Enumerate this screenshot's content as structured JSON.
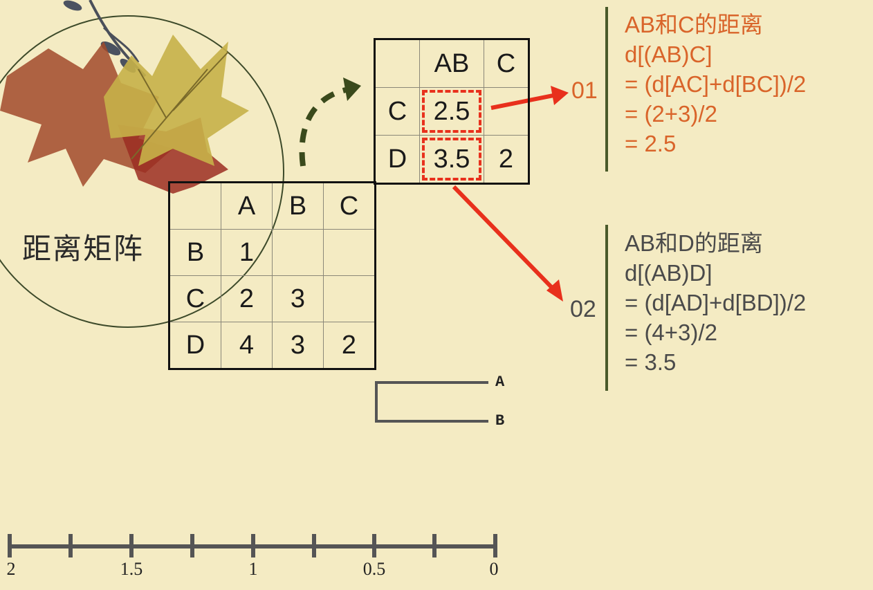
{
  "title": "距离矩阵",
  "matrix1": {
    "headers": [
      "",
      "A",
      "B",
      "C"
    ],
    "rows": [
      [
        "B",
        "1",
        "",
        ""
      ],
      [
        "C",
        "2",
        "3",
        ""
      ],
      [
        "D",
        "4",
        "3",
        "2"
      ]
    ]
  },
  "matrix2": {
    "headers": [
      "",
      "AB",
      "C"
    ],
    "rows": [
      [
        "C",
        "2.5",
        ""
      ],
      [
        "D",
        "3.5",
        "2"
      ]
    ]
  },
  "step1": {
    "number": "01",
    "lines": [
      "AB和C的距离",
      "d[(AB)C]",
      "= (d[AC]+d[BC])/2",
      "= (2+3)/2",
      "= 2.5"
    ],
    "color": "#d9642a"
  },
  "step2": {
    "number": "02",
    "lines": [
      "AB和D的距离",
      "d[(AB)D]",
      "= (d[AD]+d[BD])/2",
      "= (4+3)/2",
      "= 3.5"
    ],
    "color": "#4a4a4a"
  },
  "dendrogram": {
    "leaves": [
      "A",
      "B"
    ]
  },
  "axis": {
    "ticks": [
      "2",
      "1.5",
      "1",
      "0.5",
      "0"
    ]
  },
  "colors": {
    "highlight": "#e8301c",
    "arrow_dashed": "#3a4a1c",
    "divider": "#4a5a2a"
  }
}
